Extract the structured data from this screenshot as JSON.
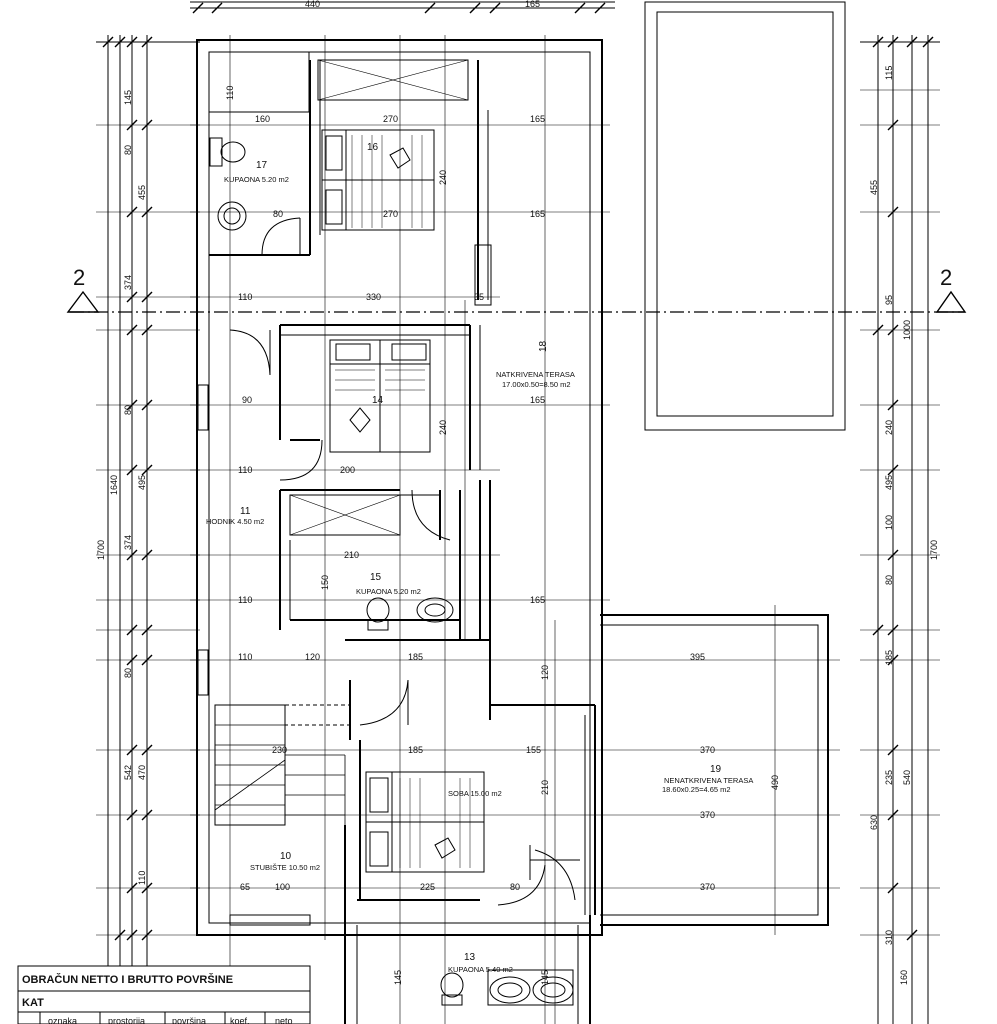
{
  "section_marker": {
    "left": "2",
    "right": "2"
  },
  "rooms": [
    {
      "id": "r17",
      "number": "17",
      "name": "KUPAONA 5.20 m2"
    },
    {
      "id": "r16",
      "number": "16",
      "name": ""
    },
    {
      "id": "r18",
      "number": "18",
      "name": "NATKRIVENA TERASA",
      "calc": "17.00x0.50=8.50 m2"
    },
    {
      "id": "r14",
      "number": "14",
      "name": ""
    },
    {
      "id": "r11",
      "number": "11",
      "name": "HODNIK 4.50 m2"
    },
    {
      "id": "r15",
      "number": "15",
      "name": "KUPAONA 5.20 m2"
    },
    {
      "id": "r19",
      "number": "19",
      "name": "NENATKRIVENA TERASA",
      "calc": "18.60x0.25=4.65 m2"
    },
    {
      "id": "r12",
      "number": "",
      "name": "SOBA 15.00 m2"
    },
    {
      "id": "r10",
      "number": "10",
      "name": "STUBIŠTE 10.50 m2"
    },
    {
      "id": "r13",
      "number": "13",
      "name": "KUPAONA 5.40 m2"
    }
  ],
  "dimensions": {
    "top": [
      "440",
      "165"
    ],
    "left_outer": [
      "1700"
    ],
    "left_mid": [
      "1640"
    ],
    "left_inner": [
      "145",
      "455",
      "374",
      "495",
      "374",
      "542"
    ],
    "left_small": [
      "110",
      "80",
      "80",
      "80",
      "470",
      "110"
    ],
    "right_outer": [
      "1700"
    ],
    "right_mid": [
      "1000",
      "495",
      "540",
      "630"
    ],
    "right_inner": [
      "115",
      "455",
      "95",
      "240",
      "100",
      "80",
      "185",
      "235",
      "310",
      "160"
    ],
    "interior": [
      "160",
      "270",
      "165",
      "80",
      "270",
      "165",
      "110",
      "330",
      "35",
      "90",
      "240",
      "165",
      "110",
      "200",
      "210",
      "110",
      "165",
      "110",
      "120",
      "185",
      "395",
      "230",
      "185",
      "155",
      "370",
      "370",
      "65",
      "100",
      "225",
      "80",
      "370",
      "240",
      "110",
      "145",
      "145",
      "210",
      "120",
      "490",
      "150"
    ]
  },
  "table": {
    "title": "OBRAČUN NETTO I BRUTTO POVRŠINE",
    "row": "KAT",
    "headers": [
      "oznaka",
      "prostorija",
      "površina",
      "koef.",
      "neto"
    ]
  }
}
